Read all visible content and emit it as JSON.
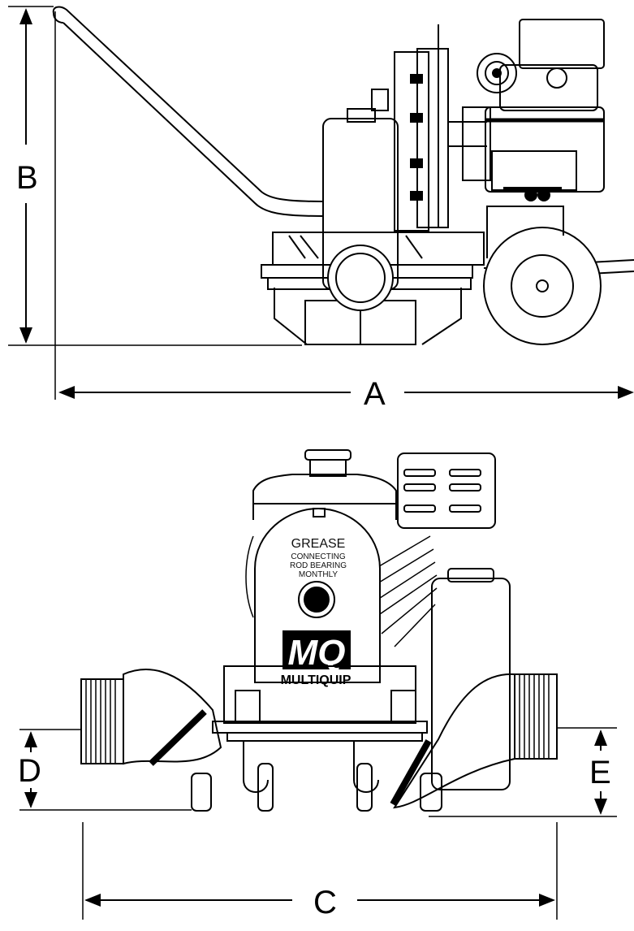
{
  "dimensions": {
    "a": "A",
    "b": "B",
    "c": "C",
    "d": "D",
    "e": "E"
  },
  "label_plate": {
    "line1": "GREASE",
    "line2": "CONNECTING",
    "line3": "ROD BEARING",
    "line4": "MONTHLY"
  },
  "logo": {
    "mark": "MQ",
    "brand": "MULTIQUIP"
  },
  "colors": {
    "line": "#000000",
    "background": "#ffffff"
  }
}
